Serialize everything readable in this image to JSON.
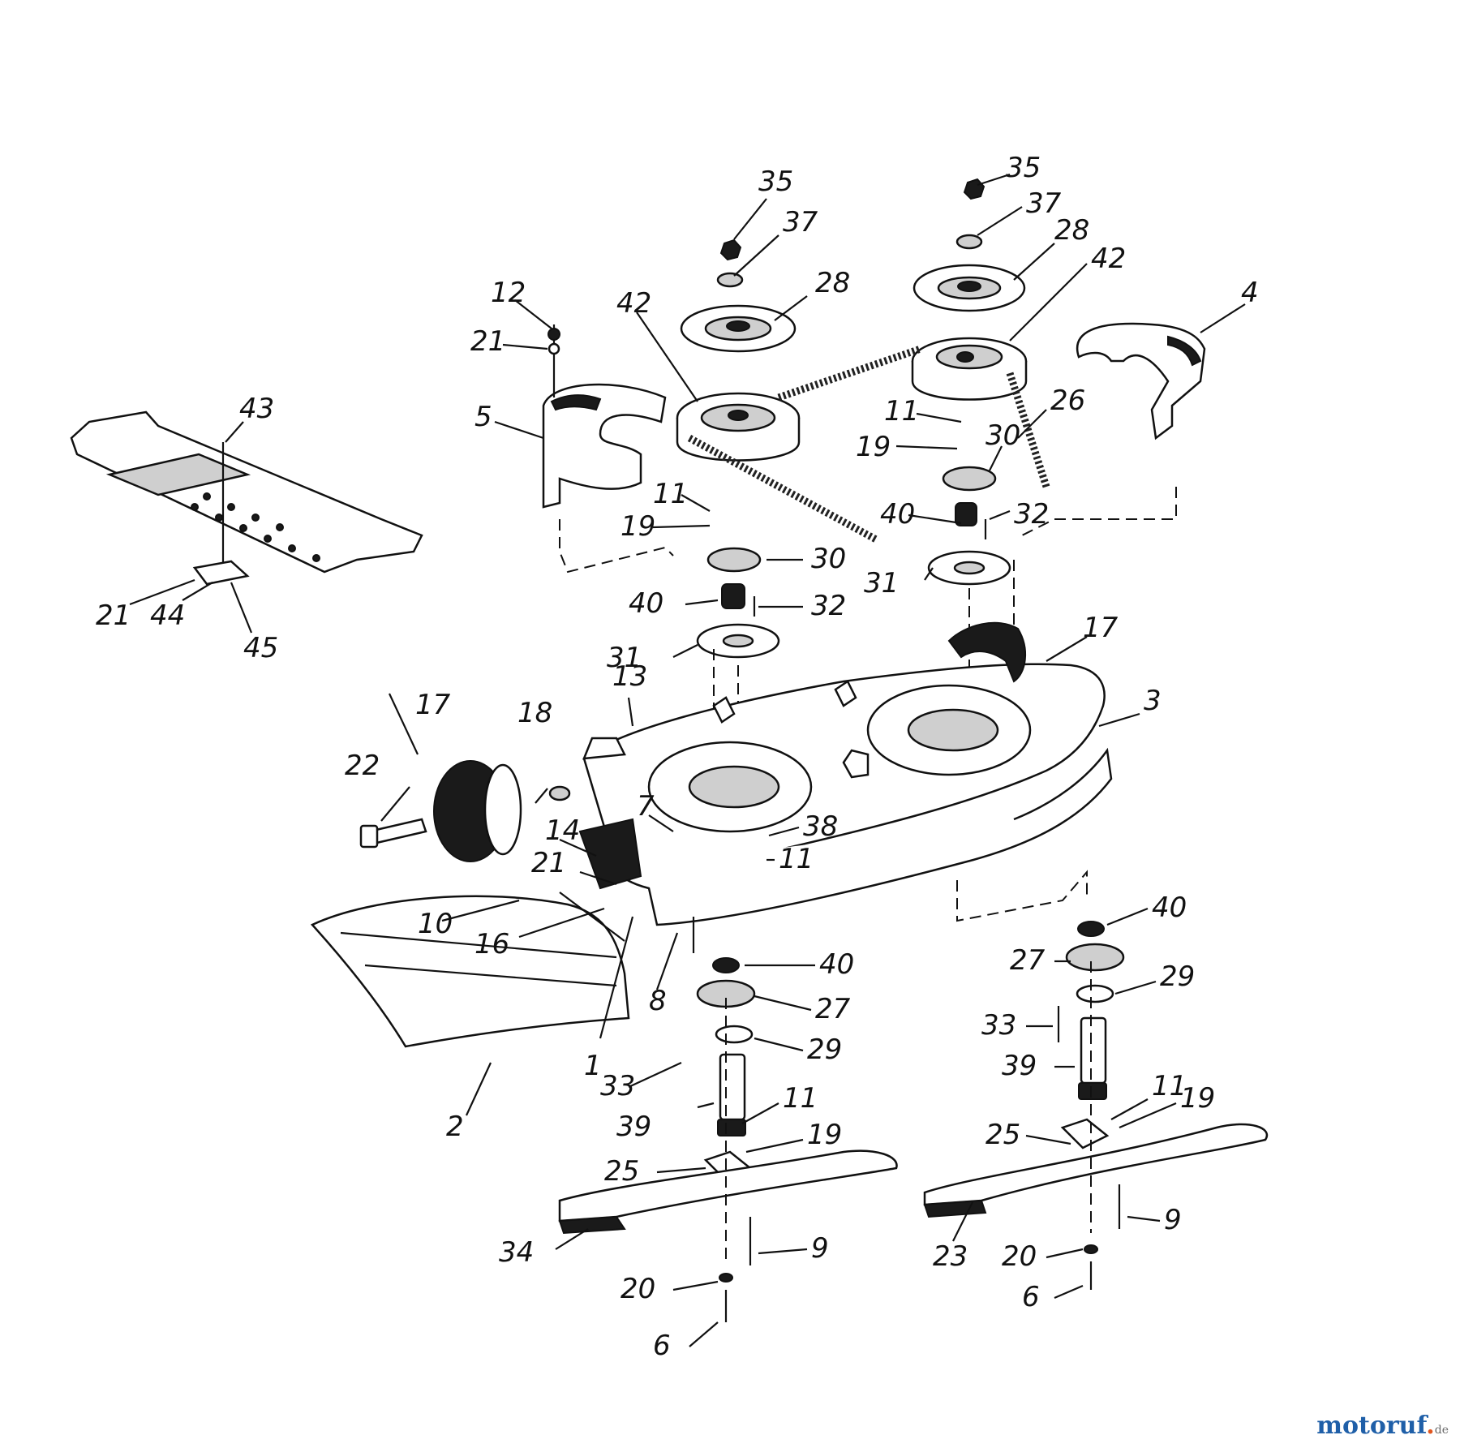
{
  "labels": {
    "l35a": "35",
    "l37a": "37",
    "l28a": "28",
    "l42a": "42",
    "l12": "12",
    "l21a": "21",
    "l5": "5",
    "l11a": "11",
    "l19a": "19",
    "l30a": "30",
    "l40a": "40",
    "l32a": "32",
    "l31a": "31",
    "l35b": "35",
    "l37b": "37",
    "l28b": "28",
    "l42b": "42",
    "l4": "4",
    "l26": "26",
    "l11b": "11",
    "l19b": "19",
    "l30b": "30",
    "l40b": "40",
    "l32b": "32",
    "l31b": "31",
    "l43": "43",
    "l21b": "21",
    "l44": "44",
    "l45": "45",
    "l17a": "17",
    "l3": "3",
    "l13": "13",
    "l17b": "17",
    "l18": "18",
    "l22": "22",
    "l7": "7",
    "l38": "38",
    "l11c": "11",
    "l14": "14",
    "l21c": "21",
    "l10": "10",
    "l16": "16",
    "l8": "8",
    "l1": "1",
    "l2": "2",
    "l40c": "40",
    "l27a": "27",
    "l29a": "29",
    "l33a": "33",
    "l39a": "39",
    "l11d": "11",
    "l19c": "19",
    "l25a": "25",
    "l34": "34",
    "l9a": "9",
    "l20a": "20",
    "l6a": "6",
    "l40d": "40",
    "l27b": "27",
    "l29b": "29",
    "l33b": "33",
    "l39b": "39",
    "l11e": "11",
    "l19d": "19",
    "l25b": "25",
    "l23": "23",
    "l9b": "9",
    "l20b": "20",
    "l6b": "6"
  },
  "watermark": {
    "name": "motoruf",
    "dot": ".",
    "tld": "de"
  }
}
